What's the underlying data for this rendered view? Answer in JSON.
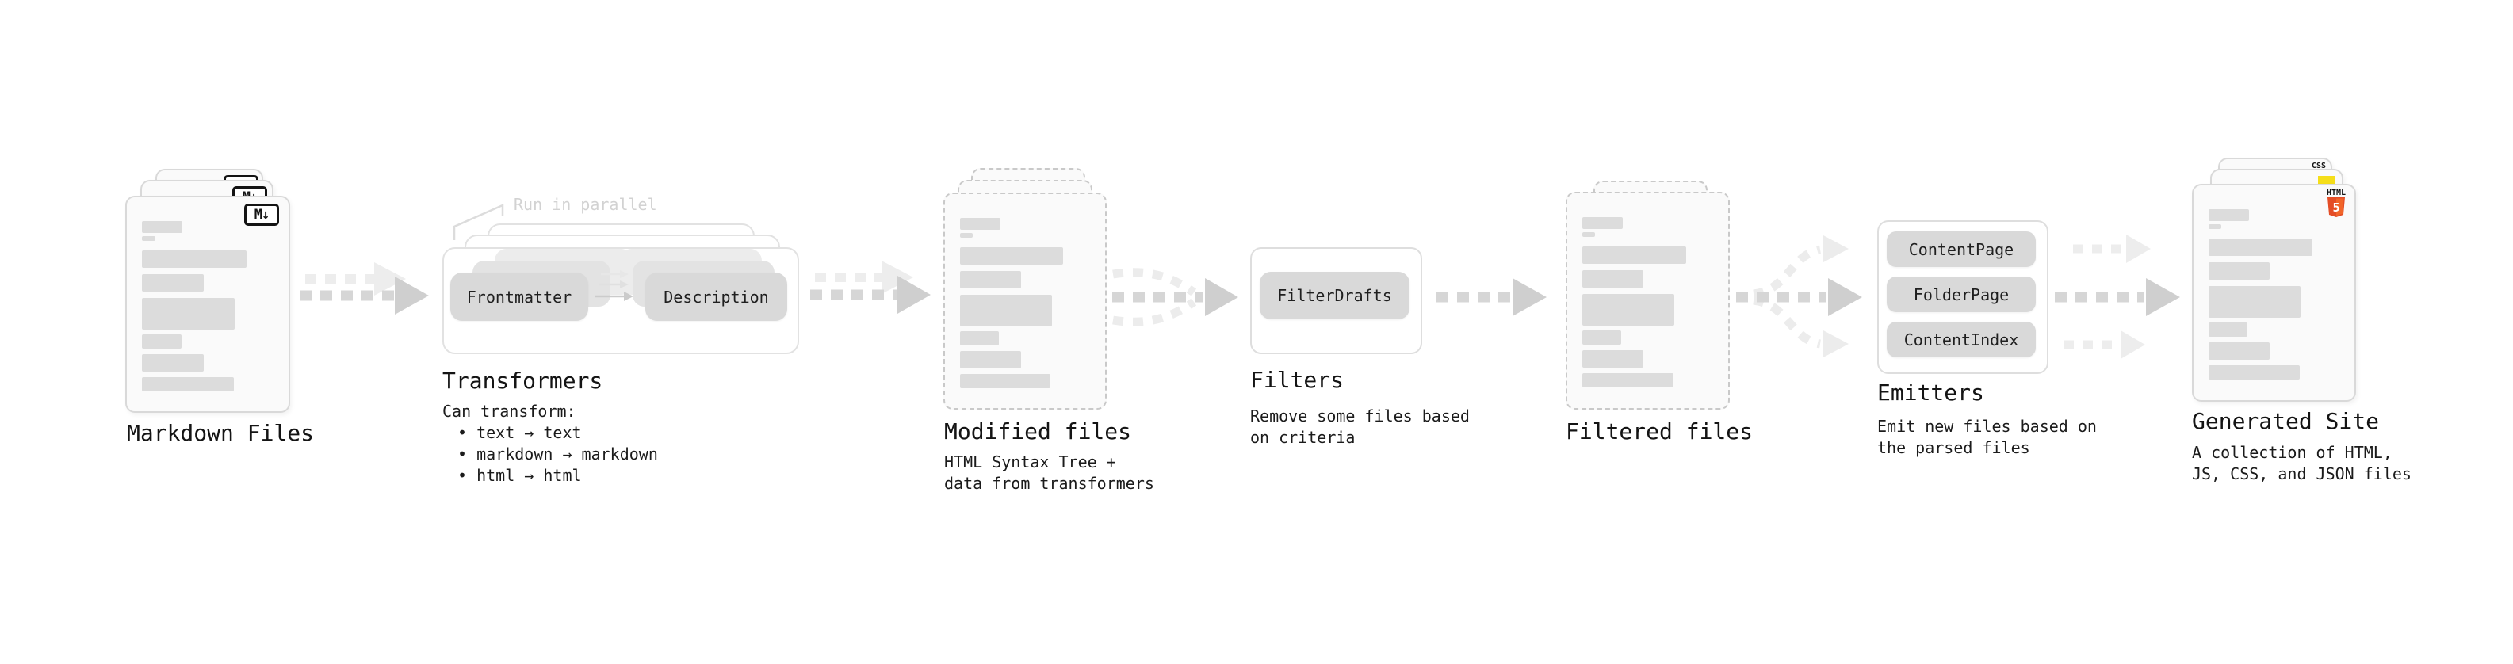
{
  "stages": {
    "markdown": {
      "label": "Markdown Files",
      "icon_glyph": "M↓"
    },
    "transformers": {
      "label": "Transformers",
      "parallel_note": "Run in parallel",
      "nodes": [
        "Frontmatter",
        "Description"
      ],
      "description_title": "Can transform:",
      "bullets": [
        "• text → text",
        "• markdown → markdown",
        "• html → html"
      ]
    },
    "modified": {
      "label": "Modified files",
      "description": [
        "HTML Syntax Tree +",
        "data from transformers"
      ]
    },
    "filters": {
      "label": "Filters",
      "nodes": [
        "FilterDrafts"
      ],
      "description": [
        "Remove some files based",
        "on criteria"
      ]
    },
    "filtered": {
      "label": "Filtered files"
    },
    "emitters": {
      "label": "Emitters",
      "nodes": [
        "ContentPage",
        "FolderPage",
        "ContentIndex"
      ],
      "description": [
        "Emit new files based on",
        "the parsed files"
      ]
    },
    "generated": {
      "label": "Generated Site",
      "description": [
        "A collection of HTML,",
        "JS, CSS, and JSON files"
      ],
      "file_icons": {
        "css_label": "CSS",
        "html_label": "HTML",
        "html_number": "5"
      }
    }
  },
  "colors": {
    "arrow_gray": "#d6d6d6",
    "arrowhead_gray": "#cfcfcf",
    "arrow_light": "#ededed",
    "html5_orange": "#e44d26",
    "html5_orange_light": "#f16529",
    "js_yellow": "#f5de19",
    "css_blue": "#2962ff"
  }
}
